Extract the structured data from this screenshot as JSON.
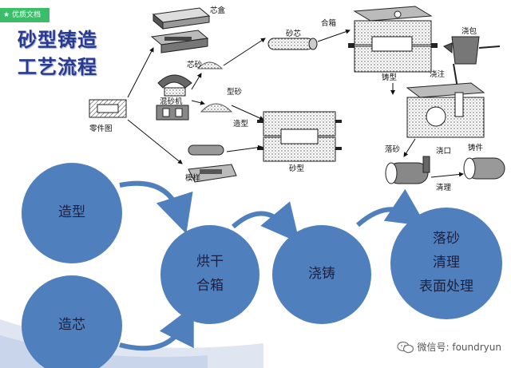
{
  "badge": {
    "star": "★",
    "label": "优质文档"
  },
  "title": {
    "line1": "砂型铸造",
    "line2": "工艺流程"
  },
  "diagram": {
    "labels": {
      "core_box": "芯盒",
      "core_sand": "芯砂",
      "core": "砂芯",
      "flask": "合箱",
      "casting_mold": "铸型",
      "ladle": "浇包",
      "sprue": "浇注",
      "muller": "混砂机",
      "molding_sand": "型砂",
      "part_drawing": "零件图",
      "molding": "造型",
      "sand_mold": "砂型",
      "shakeout": "落砂",
      "gate": "浇口",
      "casting": "铸件",
      "pattern": "模样",
      "cleaning": "清理"
    }
  },
  "flow": {
    "molding": "造型",
    "core_making": "造芯",
    "drying": "烘干",
    "closing": "合箱",
    "pouring": "浇铸",
    "shakeout": "落砂",
    "cleaning": "清理",
    "surface": "表面处理"
  },
  "watermark": {
    "text": "微信号: foundryun"
  },
  "colors": {
    "circle": "#4f80bd",
    "arrow": "#4f80bd",
    "title": "#2a3a8c",
    "badge": "#3bbd6a"
  }
}
